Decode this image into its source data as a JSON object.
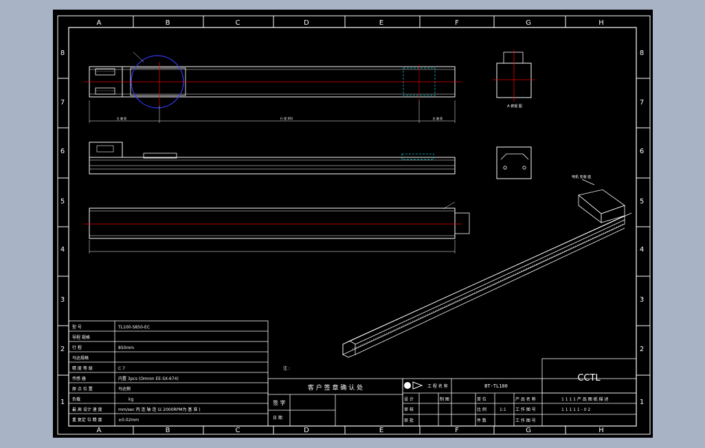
{
  "grid": {
    "columns": [
      "A",
      "B",
      "C",
      "D",
      "E",
      "F",
      "G",
      "H"
    ],
    "rows": [
      "8",
      "7",
      "6",
      "5",
      "4",
      "3",
      "2",
      "1"
    ]
  },
  "params": {
    "rows": [
      {
        "label": "型 号",
        "value": "TL100-S850-EC"
      },
      {
        "label": "导程 规格",
        "value": ""
      },
      {
        "label": "行 程",
        "value": "850mm"
      },
      {
        "label": "马达规格",
        "value": ""
      },
      {
        "label": "精 度 等 级",
        "value": "C 7"
      },
      {
        "label": "传感 器",
        "value": "内置 3pcs (Omron EE-SX-674)"
      },
      {
        "label": "原 点 位 置",
        "value": "马达侧"
      },
      {
        "label": "负载",
        "value": "kg"
      },
      {
        "label": "最 高 设计 速 度",
        "value": "mm/sec 丙 连 轴 连 以 2000RPM为 基 准 )"
      },
      {
        "label": "重 复定 位 精 度",
        "value": "±0.02mm"
      }
    ]
  },
  "confirm": {
    "title": "客 户 签 章 确 认 处",
    "sign_label": "签 字",
    "date_label": "日 期",
    "note": "注 :"
  },
  "titleblock": {
    "company": "CCTL",
    "project_label": "工 程 名 称",
    "project_value": "BT-TL100",
    "design_label": "设 计",
    "drawn_label": "制 图",
    "check_label": "审 核",
    "approve_label": "审 批",
    "unit_label": "单 位",
    "ratio_label": "比 例",
    "scale_value": "1:1",
    "qty_label": "件 数",
    "product_label": "产 品 名 称",
    "product_value": "1 1 1 1 产 品 图 纸 描 述",
    "drawing_no_label": "工 作 图 号",
    "drawing_no_value": "1 1 1 1 1 - 0 2",
    "work_label": "工 作 图 号"
  },
  "annotations": {
    "sensor_view": "A 俯视 图",
    "motor_label": "电机 安装 座",
    "dim_overall": "行 程 850",
    "dim_left": "左 端 距",
    "dim_right": "右 端 距"
  }
}
